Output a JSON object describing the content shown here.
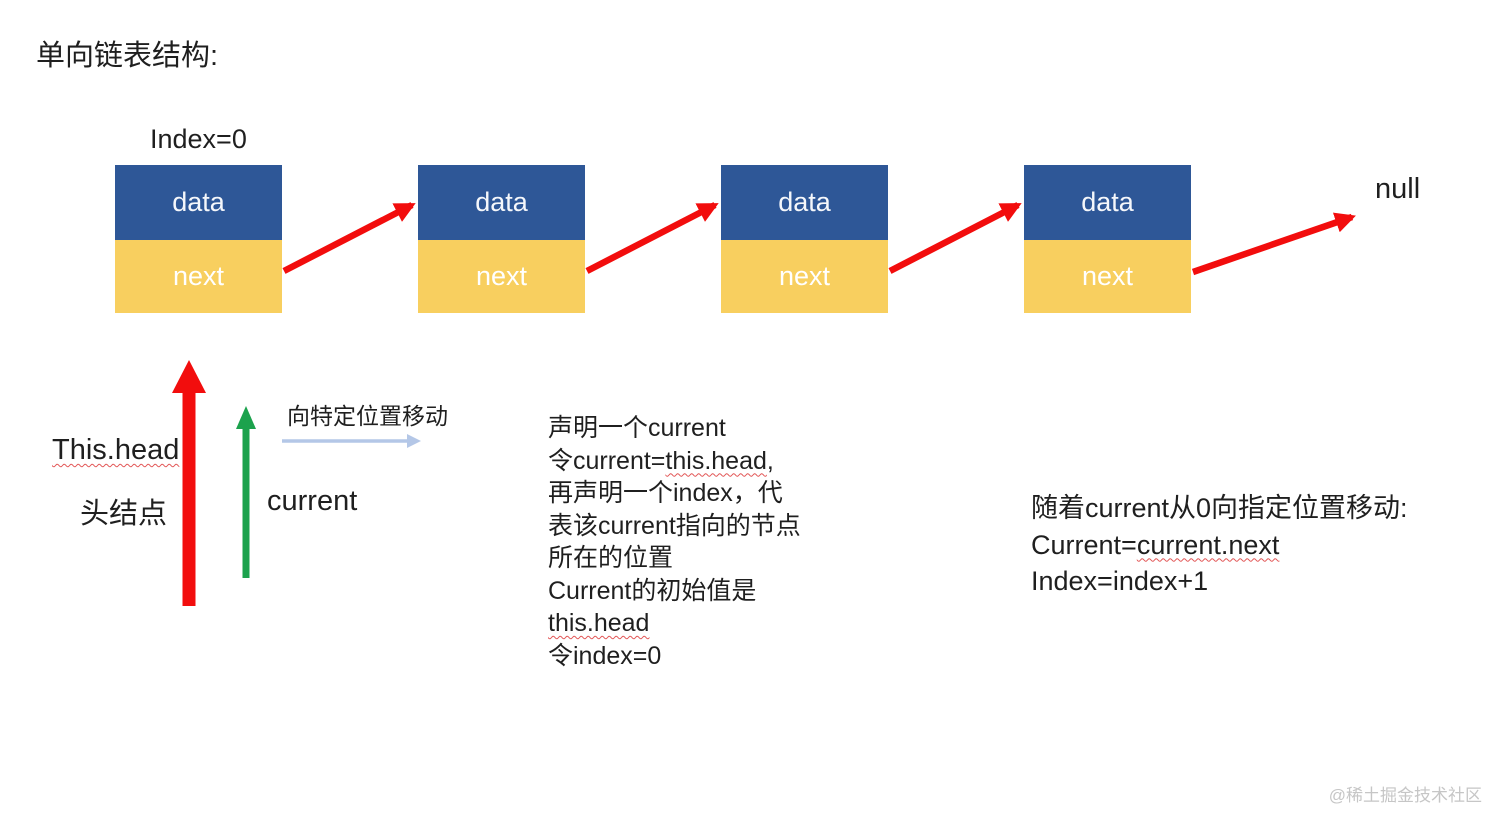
{
  "title": "单向链表结构:",
  "index_label": "Index=0",
  "null_label": "null",
  "nodes": [
    {
      "data": "data",
      "next": "next"
    },
    {
      "data": "data",
      "next": "next"
    },
    {
      "data": "data",
      "next": "next"
    },
    {
      "data": "data",
      "next": "next"
    }
  ],
  "head_pointer": {
    "label": "This.head",
    "sublabel": "头结点"
  },
  "current_pointer": {
    "label": "current",
    "move_hint": "向特定位置移动"
  },
  "declare_note": {
    "l1": "声明一个current",
    "l2a": "令current=",
    "l2b": "this.head",
    "l2c": ",",
    "l3": "再声明一个index，代",
    "l4": "表该current指向的节点",
    "l5": "所在的位置",
    "l6": "Current的初始值是",
    "l7": "this.head",
    "l8": "令index=0"
  },
  "move_note": {
    "l1": "随着current从0向指定位置移动:",
    "l2a": "Current=",
    "l2b": "current.next",
    "l3": "Index=index+1"
  },
  "watermark": "@稀土掘金技术社区",
  "colors": {
    "node_blue": "#2e5797",
    "node_yellow": "#f8cf5f",
    "arrow_red": "#f20d0d",
    "arrow_green": "#1ca24d",
    "arrow_lightblue": "#b4c7e7",
    "text_black": "#1f1f1f",
    "watermark_gray": "#c6c6c6"
  }
}
